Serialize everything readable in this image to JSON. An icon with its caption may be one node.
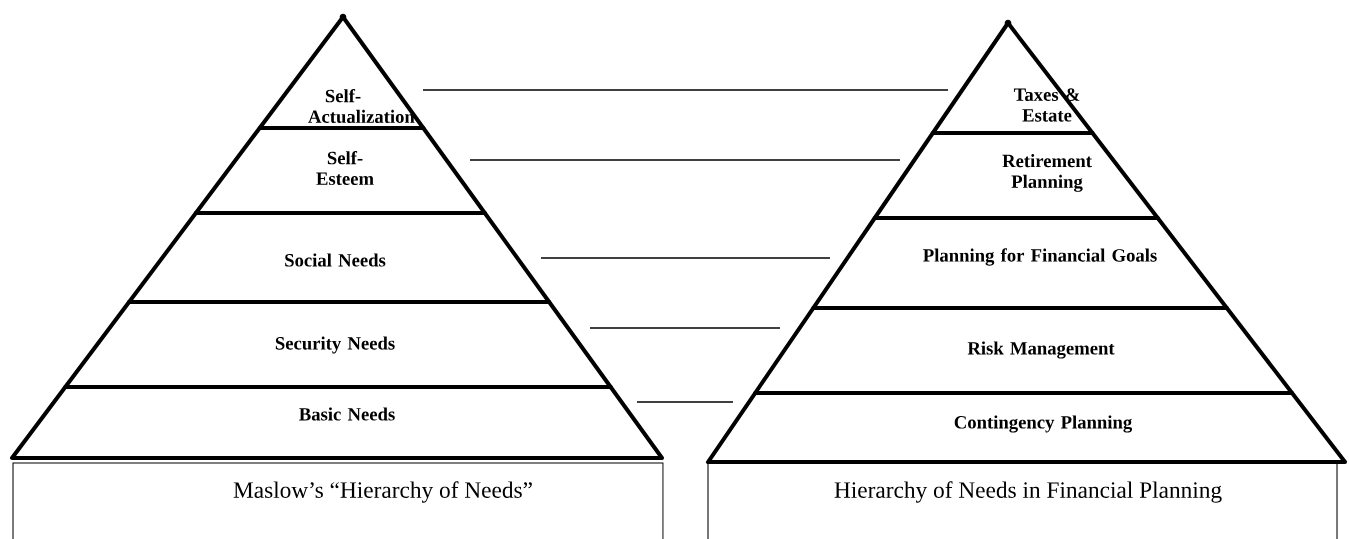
{
  "diagram": {
    "nodes": [
      {
        "text": [
          "Self-Actualization"
        ]
      },
      {
        "text": [
          "Self-Esteem"
        ]
      },
      {
        "text": [
          "Social Needs"
        ]
      },
      {
        "text": [
          "Security Needs"
        ]
      },
      {
        "text": [
          "Basic Needs"
        ]
      },
      {
        "text": [
          "Maslow’s “Hierarchy of Needs”"
        ]
      },
      {
        "text": [
          "Taxes & Estate"
        ]
      },
      {
        "text": [
          "Retirement Planning"
        ]
      },
      {
        "text": [
          "Planning for Financial Goals"
        ]
      },
      {
        "text": [
          "Risk Management"
        ]
      },
      {
        "text": [
          "Contingency Planning"
        ]
      },
      {
        "text": [
          "Hierarchy of Needs in Financial Planning"
        ]
      }
    ],
    "edges": [
      {
        "from": 0,
        "to": 6,
        "arrow": "none"
      },
      {
        "from": 1,
        "to": 7,
        "arrow": "none"
      },
      {
        "from": 2,
        "to": 8,
        "arrow": "none"
      },
      {
        "from": 3,
        "to": 9,
        "arrow": "none"
      },
      {
        "from": 4,
        "to": 10,
        "arrow": "none"
      }
    ]
  }
}
